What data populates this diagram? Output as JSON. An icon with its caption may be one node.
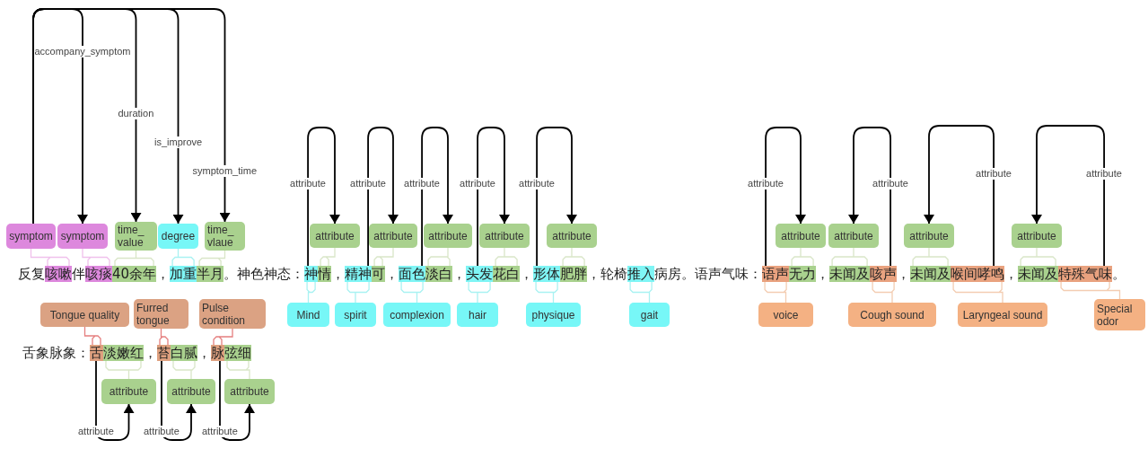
{
  "diagram": {
    "nodes": [
      {
        "text": [
          "symptom"
        ]
      },
      {
        "text": [
          "symptom"
        ]
      },
      {
        "text": [
          "time_ value"
        ]
      },
      {
        "text": [
          "degree"
        ]
      },
      {
        "text": [
          "time_ vlaue"
        ]
      },
      {
        "text": [
          "attribute"
        ]
      },
      {
        "text": [
          "attribute"
        ]
      },
      {
        "text": [
          "attribute"
        ]
      },
      {
        "text": [
          "attribute"
        ]
      },
      {
        "text": [
          "attribute"
        ]
      },
      {
        "text": [
          "attribute"
        ]
      },
      {
        "text": [
          "attribute"
        ]
      },
      {
        "text": [
          "attribute"
        ]
      },
      {
        "text": [
          "attribute"
        ]
      },
      {
        "text": [
          "咳嗽"
        ]
      },
      {
        "text": [
          "咳痰"
        ]
      },
      {
        "text": [
          "40余年"
        ]
      },
      {
        "text": [
          "加重"
        ]
      },
      {
        "text": [
          "半月"
        ]
      },
      {
        "text": [
          "神"
        ]
      },
      {
        "text": [
          "情"
        ]
      },
      {
        "text": [
          "精神"
        ]
      },
      {
        "text": [
          "可"
        ]
      },
      {
        "text": [
          "面色"
        ]
      },
      {
        "text": [
          "淡白"
        ]
      },
      {
        "text": [
          "头发"
        ]
      },
      {
        "text": [
          "花白"
        ]
      },
      {
        "text": [
          "形体"
        ]
      },
      {
        "text": [
          "肥胖"
        ]
      },
      {
        "text": [
          "推入"
        ]
      },
      {
        "text": [
          "语声"
        ]
      },
      {
        "text": [
          "无力"
        ]
      },
      {
        "text": [
          "未闻及"
        ]
      },
      {
        "text": [
          "咳声"
        ]
      },
      {
        "text": [
          "未闻及"
        ]
      },
      {
        "text": [
          "喉间哮鸣"
        ]
      },
      {
        "text": [
          "未闻及"
        ]
      },
      {
        "text": [
          "特殊气味"
        ]
      },
      {
        "text": [
          "Mind"
        ]
      },
      {
        "text": [
          "spirit"
        ]
      },
      {
        "text": [
          "complexion"
        ]
      },
      {
        "text": [
          "hair"
        ]
      },
      {
        "text": [
          "physique"
        ]
      },
      {
        "text": [
          "gait"
        ]
      },
      {
        "text": [
          "voice"
        ]
      },
      {
        "text": [
          "Cough sound"
        ]
      },
      {
        "text": [
          "Laryngeal sound"
        ]
      },
      {
        "text": [
          "Special odor"
        ]
      },
      {
        "text": [
          "Tongue quality"
        ]
      },
      {
        "text": [
          "Furred tongue"
        ]
      },
      {
        "text": [
          "Pulse condition"
        ]
      },
      {
        "text": [
          "舌"
        ]
      },
      {
        "text": [
          "淡嫩红"
        ]
      },
      {
        "text": [
          "苔"
        ]
      },
      {
        "text": [
          "白腻"
        ]
      },
      {
        "text": [
          "脉"
        ]
      },
      {
        "text": [
          "弦细"
        ]
      },
      {
        "text": [
          "attribute"
        ]
      },
      {
        "text": [
          "attribute"
        ]
      },
      {
        "text": [
          "attribute"
        ]
      }
    ],
    "edges": [
      {
        "from": 0,
        "to": 1,
        "arrow": "to",
        "label": "accompany_symptom"
      },
      {
        "from": 0,
        "to": 2,
        "arrow": "to",
        "label": "duration"
      },
      {
        "from": 0,
        "to": 3,
        "arrow": "to",
        "label": "is_improve"
      },
      {
        "from": 0,
        "to": 4,
        "arrow": "to",
        "label": "symptom_time"
      },
      {
        "from": 0,
        "to": 14,
        "arrow": "none",
        "color": "#f0c0ec"
      },
      {
        "from": 1,
        "to": 15,
        "arrow": "none",
        "color": "#f0c0ec"
      },
      {
        "from": 2,
        "to": 16,
        "arrow": "none",
        "color": "#d9e6c8"
      },
      {
        "from": 3,
        "to": 17,
        "arrow": "none",
        "color": "#a9f2f2"
      },
      {
        "from": 4,
        "to": 18,
        "arrow": "none",
        "color": "#d9e6c8"
      },
      {
        "from": 19,
        "to": 5,
        "arrow": "to",
        "label": "attribute"
      },
      {
        "from": 21,
        "to": 6,
        "arrow": "to",
        "label": "attribute"
      },
      {
        "from": 23,
        "to": 7,
        "arrow": "to",
        "label": "attribute"
      },
      {
        "from": 25,
        "to": 8,
        "arrow": "to",
        "label": "attribute"
      },
      {
        "from": 27,
        "to": 9,
        "arrow": "to",
        "label": "attribute"
      },
      {
        "from": 5,
        "to": 20,
        "arrow": "none",
        "color": "#d9e6c8"
      },
      {
        "from": 6,
        "to": 22,
        "arrow": "none",
        "color": "#d9e6c8"
      },
      {
        "from": 7,
        "to": 24,
        "arrow": "none",
        "color": "#d9e6c8"
      },
      {
        "from": 8,
        "to": 26,
        "arrow": "none",
        "color": "#d9e6c8"
      },
      {
        "from": 9,
        "to": 28,
        "arrow": "none",
        "color": "#d9e6c8"
      },
      {
        "from": 38,
        "to": 19,
        "arrow": "none",
        "color": "#a9f2f2"
      },
      {
        "from": 39,
        "to": 21,
        "arrow": "none",
        "color": "#a9f2f2"
      },
      {
        "from": 40,
        "to": 23,
        "arrow": "none",
        "color": "#a9f2f2"
      },
      {
        "from": 41,
        "to": 25,
        "arrow": "none",
        "color": "#a9f2f2"
      },
      {
        "from": 42,
        "to": 27,
        "arrow": "none",
        "color": "#a9f2f2"
      },
      {
        "from": 43,
        "to": 29,
        "arrow": "none",
        "color": "#a9f2f2"
      },
      {
        "from": 30,
        "to": 10,
        "arrow": "to",
        "label": "attribute"
      },
      {
        "from": 33,
        "to": 11,
        "arrow": "to",
        "label": "attribute"
      },
      {
        "from": 35,
        "to": 12,
        "arrow": "to",
        "label": "attribute"
      },
      {
        "from": 37,
        "to": 13,
        "arrow": "to",
        "label": "attribute"
      },
      {
        "from": 10,
        "to": 31,
        "arrow": "none",
        "color": "#d9e6c8"
      },
      {
        "from": 11,
        "to": 32,
        "arrow": "none",
        "color": "#d9e6c8"
      },
      {
        "from": 12,
        "to": 34,
        "arrow": "none",
        "color": "#d9e6c8"
      },
      {
        "from": 13,
        "to": 36,
        "arrow": "none",
        "color": "#d9e6c8"
      },
      {
        "from": 44,
        "to": 30,
        "arrow": "none",
        "color": "#f3cdb2"
      },
      {
        "from": 45,
        "to": 33,
        "arrow": "none",
        "color": "#f3cdb2"
      },
      {
        "from": 46,
        "to": 35,
        "arrow": "none",
        "color": "#f3cdb2"
      },
      {
        "from": 47,
        "to": 37,
        "arrow": "none",
        "color": "#f3cdb2"
      },
      {
        "from": 51,
        "to": 57,
        "arrow": "to",
        "label": "attribute"
      },
      {
        "from": 53,
        "to": 58,
        "arrow": "to",
        "label": "attribute"
      },
      {
        "from": 55,
        "to": 59,
        "arrow": "to",
        "label": "attribute"
      },
      {
        "from": 48,
        "to": 51,
        "arrow": "none",
        "color": "#e57f7f"
      },
      {
        "from": 49,
        "to": 53,
        "arrow": "none",
        "color": "#e57f7f"
      },
      {
        "from": 50,
        "to": 55,
        "arrow": "none",
        "color": "#e57f7f"
      },
      {
        "from": 57,
        "to": 52,
        "arrow": "none",
        "color": "#d9e6c8"
      },
      {
        "from": 58,
        "to": 54,
        "arrow": "none",
        "color": "#d9e6c8"
      },
      {
        "from": 59,
        "to": 56,
        "arrow": "none",
        "color": "#d9e6c8"
      }
    ],
    "labels": [
      "反复",
      "伴",
      "，",
      "。神色神态：",
      "，",
      "，",
      "，",
      "，",
      "，轮椅",
      "病房。语声气味：",
      "，",
      "，",
      "，",
      "。",
      "舌象脉象：",
      "，",
      "，"
    ]
  }
}
